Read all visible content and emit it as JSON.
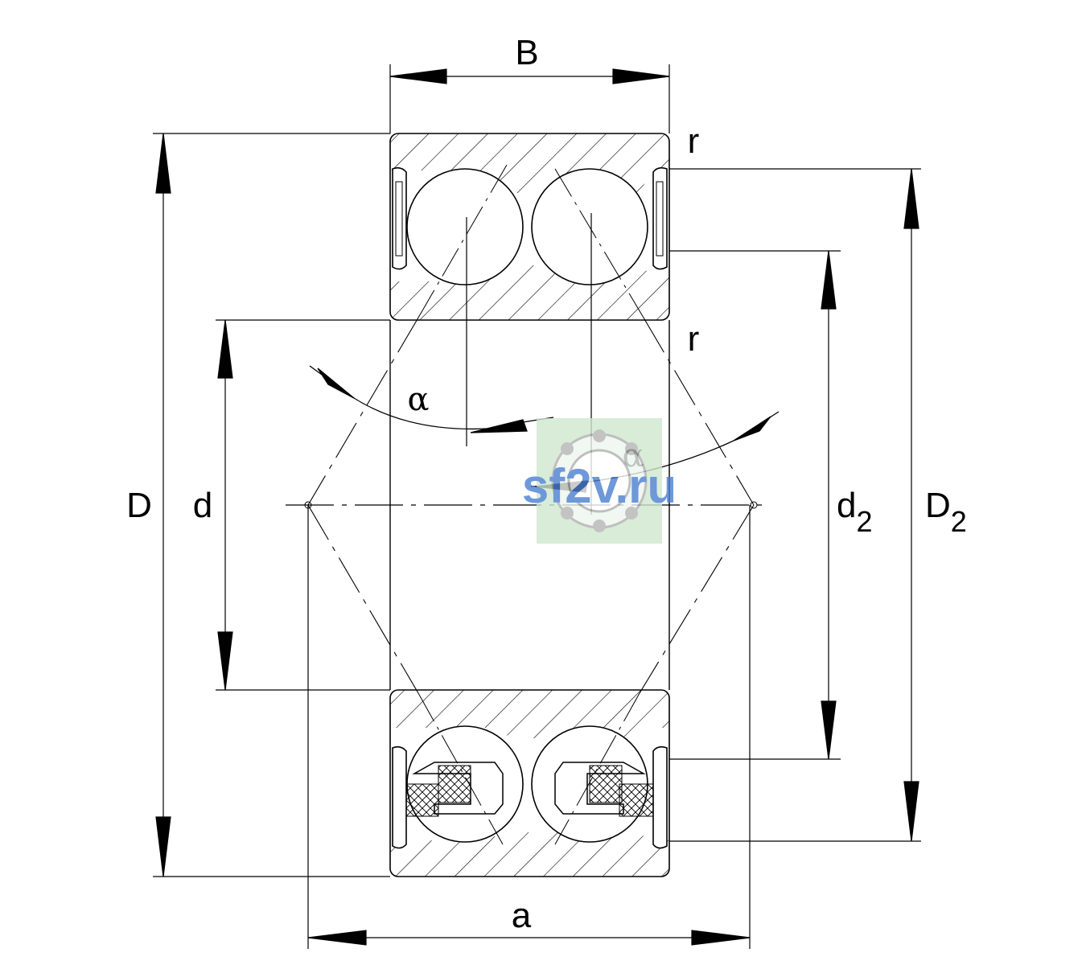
{
  "labels": {
    "B": "B",
    "r_top": "r",
    "r_inner": "r",
    "D": "D",
    "d": "d",
    "d2_main": "d",
    "d2_sub": "2",
    "D2_main": "D",
    "D2_sub": "2",
    "alpha_left": "α",
    "alpha_right": "α",
    "a": "a"
  },
  "watermark": {
    "text": "sf2v.ru",
    "color": "#4a7fd0",
    "badge_color": "#cfe8cf"
  }
}
